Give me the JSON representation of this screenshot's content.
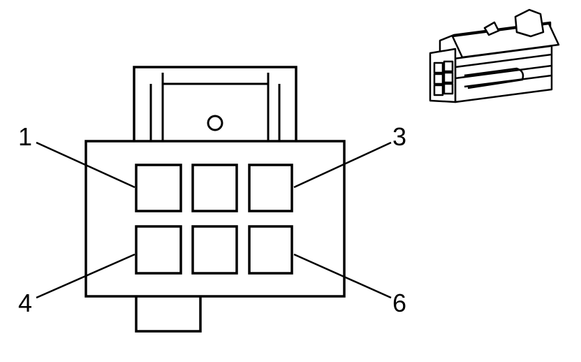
{
  "diagram": {
    "type": "connector-end-view",
    "line_color": "#000000",
    "background_color": "#ffffff",
    "cavity_count": 6,
    "pin_labels": {
      "pin1": "1",
      "pin3": "3",
      "pin4": "4",
      "pin6": "6"
    },
    "inset": {
      "icon": "connector-isometric-icon"
    }
  }
}
